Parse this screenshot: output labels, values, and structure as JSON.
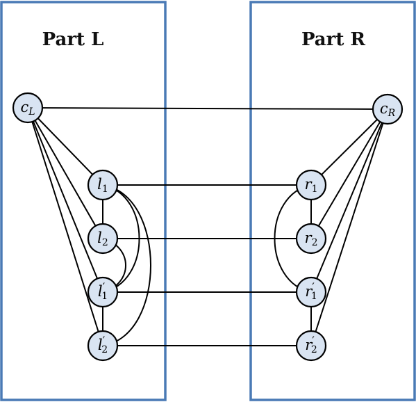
{
  "parts": {
    "left": {
      "title": "Part L"
    },
    "right": {
      "title": "Part R"
    }
  },
  "nodes": {
    "cL": {
      "base": "c",
      "sub": "L",
      "prime": "",
      "fill": "#d9e4f2"
    },
    "cR": {
      "base": "c",
      "sub": "R",
      "prime": "",
      "fill": "#d9e4f2"
    },
    "l1": {
      "base": "l",
      "sub": "1",
      "prime": "",
      "fill": "#d9e4f2"
    },
    "l2": {
      "base": "l",
      "sub": "2",
      "prime": "",
      "fill": "#d9e4f2"
    },
    "l1p": {
      "base": "l",
      "sub": "1",
      "prime": "′",
      "fill": "#d9e4f2"
    },
    "l2p": {
      "base": "l",
      "sub": "2",
      "prime": "′",
      "fill": "#d9e4f2"
    },
    "r1": {
      "base": "r",
      "sub": "1",
      "prime": "",
      "fill": "#d9e4f2"
    },
    "r2": {
      "base": "r",
      "sub": "2",
      "prime": "",
      "fill": "#d9e4f2"
    },
    "r1p": {
      "base": "r",
      "sub": "1",
      "prime": "′",
      "fill": "#d9e4f2"
    },
    "r2p": {
      "base": "r",
      "sub": "2",
      "prime": "′",
      "fill": "#d9e4f2"
    }
  },
  "colors": {
    "part_border": "#4a7ab5",
    "node_fill": "#d9e4f2",
    "edge": "#000000"
  }
}
